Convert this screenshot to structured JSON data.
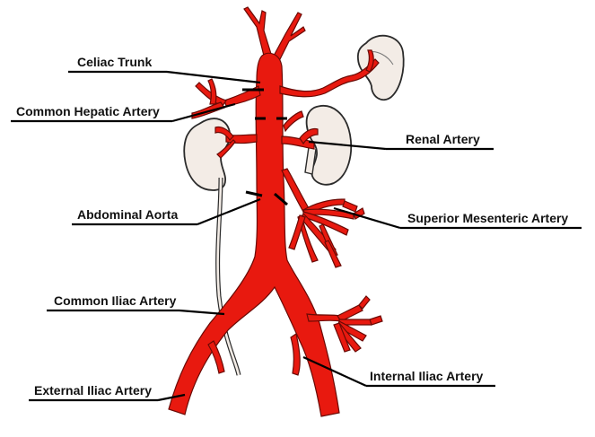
{
  "labels": {
    "celiac_trunk": "Celiac Trunk",
    "common_hepatic_artery": "Common Hepatic Artery",
    "renal_artery": "Renal Artery",
    "abdominal_aorta": "Abdominal Aorta",
    "superior_mesenteric_artery": "Superior Mesenteric Artery",
    "common_iliac_artery": "Common Iliac Artery",
    "internal_iliac_artery": "Internal Iliac Artery",
    "external_iliac_artery": "External Iliac Artery"
  },
  "colors": {
    "artery": "#e8190f",
    "artery_outline": "#6a0a05",
    "organ_fill": "#f3ece6",
    "organ_outline": "#2b2b2b",
    "leader": "#000000"
  },
  "icons": [
    "kidney-left-icon",
    "kidney-right-icon",
    "spleen-icon",
    "ureter-icon",
    "aorta-icon"
  ]
}
